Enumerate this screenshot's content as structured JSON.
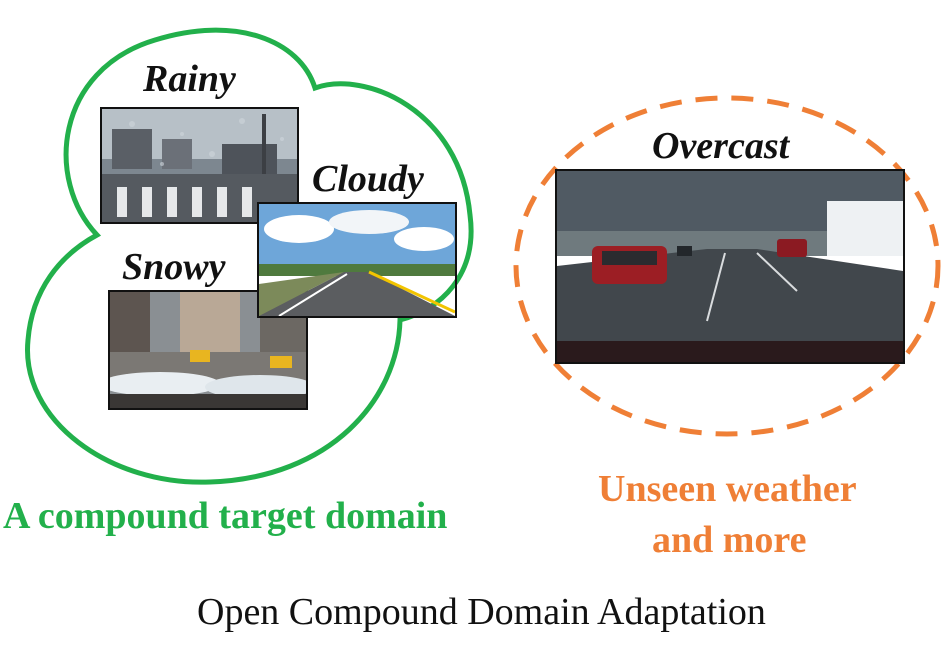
{
  "compound_domain": {
    "caption": "A compound target domain",
    "color": "#22b04b",
    "labels": {
      "rainy": "Rainy",
      "cloudy": "Cloudy",
      "snowy": "Snowy"
    }
  },
  "unseen_domain": {
    "label": "Overcast",
    "caption_line1": "Unseen weather",
    "caption_line2": "and more",
    "color": "#ef7f36"
  },
  "title": "Open Compound Domain Adaptation"
}
